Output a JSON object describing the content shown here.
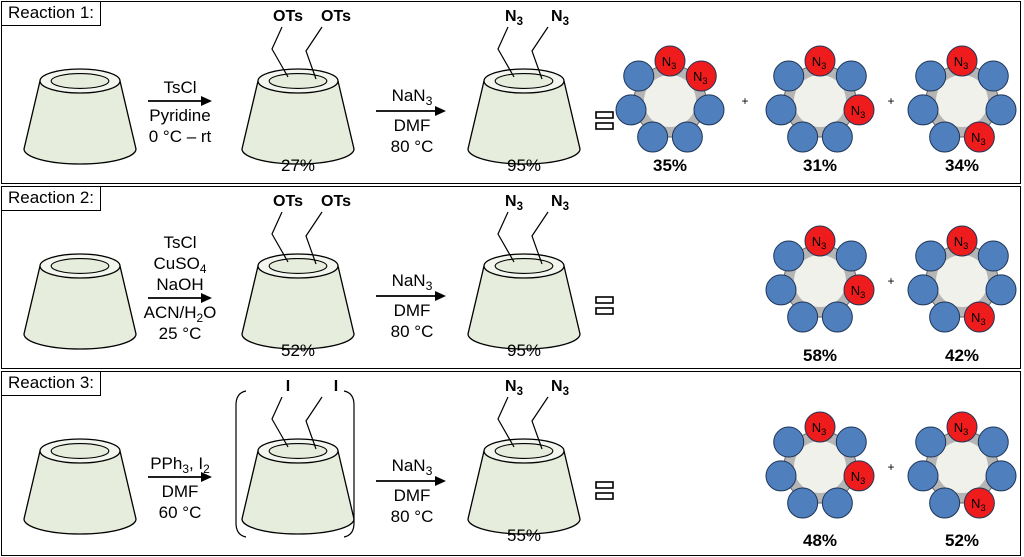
{
  "reactions": [
    {
      "label": "Reaction 1:",
      "step1": {
        "lines": [
          "TsCl",
          "Pyridine",
          "0 °C – rt"
        ]
      },
      "intermediate_group": "OTs",
      "intermediate_yield": "27%",
      "step2": {
        "reagent_base": "NaN",
        "reagent_sub": "3",
        "lines": [
          "DMF",
          "80 °C"
        ]
      },
      "product_group_base": "N",
      "product_group_sub": "3",
      "product_yield": "95%",
      "isomers": [
        {
          "pct": "35%",
          "n3_positions": [
            0,
            1
          ]
        },
        {
          "pct": "31%",
          "n3_positions": [
            0,
            2
          ]
        },
        {
          "pct": "34%",
          "n3_positions": [
            0,
            3
          ]
        }
      ],
      "plus": "+"
    },
    {
      "label": "Reaction 2:",
      "step1": {
        "lines": [
          "TsCl",
          "CuSO4",
          "NaOH",
          "ACN/H2O",
          "25 °C"
        ]
      },
      "intermediate_group": "OTs",
      "intermediate_yield": "52%",
      "step2": {
        "reagent_base": "NaN",
        "reagent_sub": "3",
        "lines": [
          "DMF",
          "80 °C"
        ]
      },
      "product_group_base": "N",
      "product_group_sub": "3",
      "product_yield": "95%",
      "isomers": [
        {
          "pct": "58%",
          "n3_positions": [
            0,
            2
          ]
        },
        {
          "pct": "42%",
          "n3_positions": [
            0,
            3
          ]
        }
      ],
      "plus": "+"
    },
    {
      "label": "Reaction 3:",
      "step1": {
        "lines": [
          "PPh3, I2",
          "DMF",
          "60 °C"
        ]
      },
      "intermediate_group": "I",
      "intermediate_yield": "",
      "step2": {
        "reagent_base": "NaN",
        "reagent_sub": "3",
        "lines": [
          "DMF",
          "80 °C"
        ]
      },
      "product_group_base": "N",
      "product_group_sub": "3",
      "product_yield": "55%",
      "isomers": [
        {
          "pct": "48%",
          "n3_positions": [
            0,
            2
          ]
        },
        {
          "pct": "52%",
          "n3_positions": [
            0,
            3
          ]
        }
      ],
      "plus": "+"
    }
  ],
  "colors": {
    "cone_fill": "#e6eddc",
    "cone_top": "#f3f6ee",
    "ring_bg": "#b5b5b5",
    "ring_inner": "#f1f1ec",
    "unit_blue": "#4f7fbd",
    "unit_red": "#ee1c1c"
  },
  "icons": [
    "equivalence-icon",
    "arrow-icon"
  ]
}
